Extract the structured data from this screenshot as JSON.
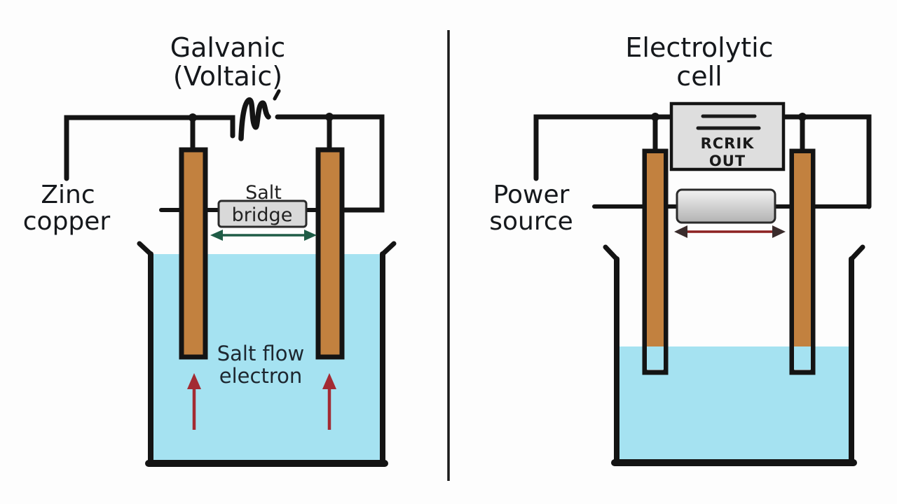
{
  "left_panel": {
    "title_line1": "Galvanic",
    "title_line2": "(Voltaic)",
    "electrode_label_line1": "Zinc",
    "electrode_label_line2": "copper",
    "salt_bridge_label_line1": "Salt",
    "salt_bridge_label_line2": "bridge",
    "solution_label_line1": "Salt flow",
    "solution_label_line2": "electron"
  },
  "right_panel": {
    "title_line1": "Electrolytic",
    "title_line2": "cell",
    "power_label_line1": "Power",
    "power_label_line2": "source",
    "power_box_text_line1": "RCRIK",
    "power_box_text_line2": "OUT"
  },
  "colors": {
    "wire": "#141414",
    "divider": "#1a1a1a",
    "text": "#15181c",
    "water": "#a5e2f1",
    "electrode_fill": "#c2813f",
    "electrode_border": "#141414",
    "salt_bridge_box_fill": "#d9d9d9",
    "salt_bridge_box_border": "#2a2a2a",
    "green_arrow": "#1f5c46",
    "red_arrow": "#a32b33",
    "red_arrow_right": "#8d2222",
    "red_arrow_head_dark": "#3a2c2c",
    "power_box_fill": "#dedede",
    "power_box_border": "#141414",
    "cylinder_light": "#f2f2f2",
    "cylinder_dark": "#b2b2b2"
  }
}
